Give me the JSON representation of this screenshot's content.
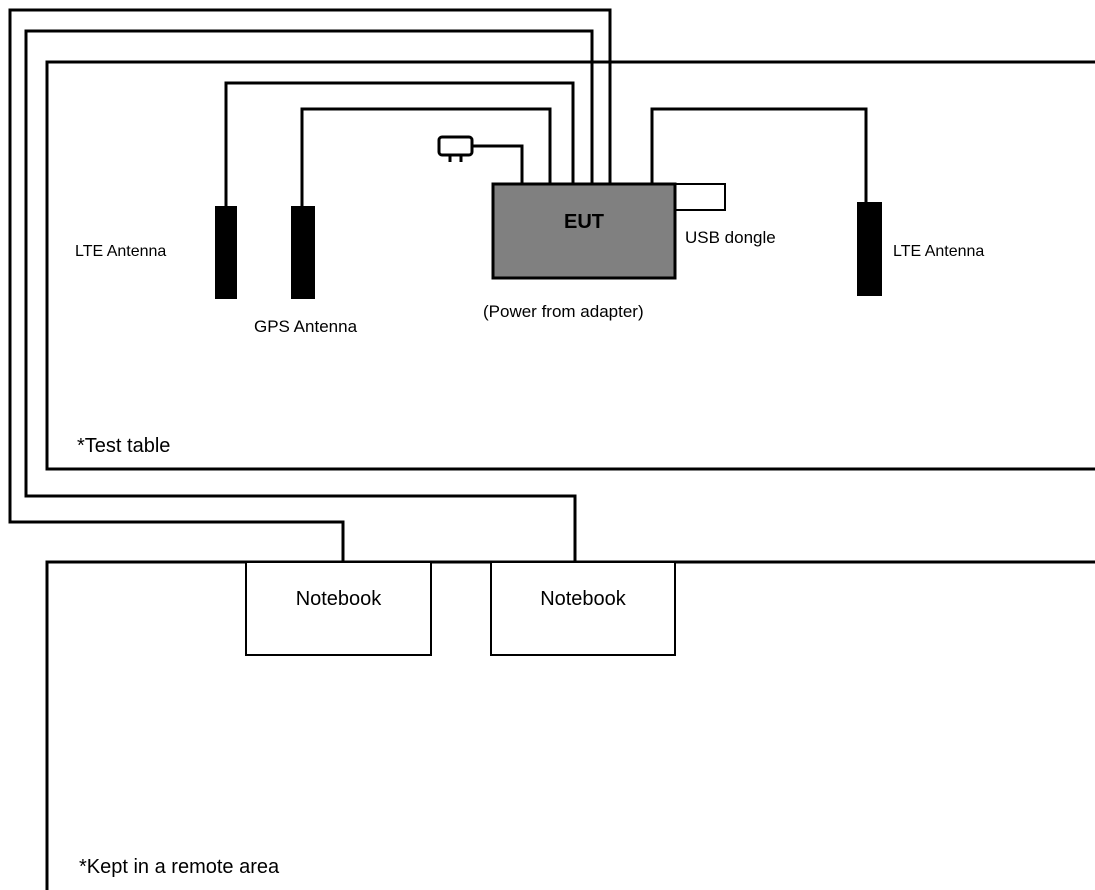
{
  "labels": {
    "eut": "EUT",
    "usb_dongle": "USB dongle",
    "power_note": "(Power from adapter)",
    "lte_antenna_left": "LTE Antenna",
    "lte_antenna_right": "LTE Antenna",
    "gps_antenna": "GPS Antenna",
    "test_table": "*Test table",
    "notebook_1": "Notebook",
    "notebook_2": "Notebook",
    "remote_area": "*Kept in a remote area"
  },
  "colors": {
    "line": "#000000",
    "eut_fill": "#808080",
    "antenna": "#000000",
    "background": "#ffffff"
  },
  "icons": {
    "power_adapter": "plug-icon"
  }
}
